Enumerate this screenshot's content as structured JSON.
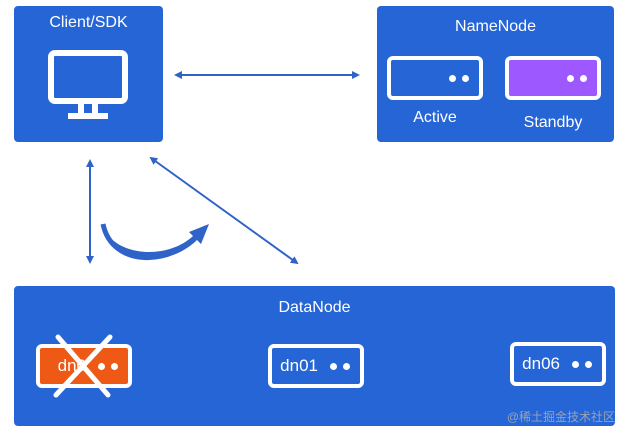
{
  "client": {
    "title": "Client/SDK",
    "icon": "monitor-icon"
  },
  "namenode": {
    "title": "NameNode",
    "active_label": "Active",
    "standby_label": "Standby"
  },
  "datanode": {
    "title": "DataNode",
    "nodes": [
      {
        "label": "dn0",
        "status": "failed",
        "color": "#ee5a16"
      },
      {
        "label": "dn01",
        "status": "ok",
        "color": "#2565d6"
      },
      {
        "label": "dn06",
        "status": "ok",
        "color": "#2565d6"
      }
    ]
  },
  "colors": {
    "panel": "#2565d6",
    "standby": "#9e58ff",
    "failed": "#ee5a16",
    "arrow": "#2f63c7"
  },
  "watermark": "@稀土掘金技术社区"
}
